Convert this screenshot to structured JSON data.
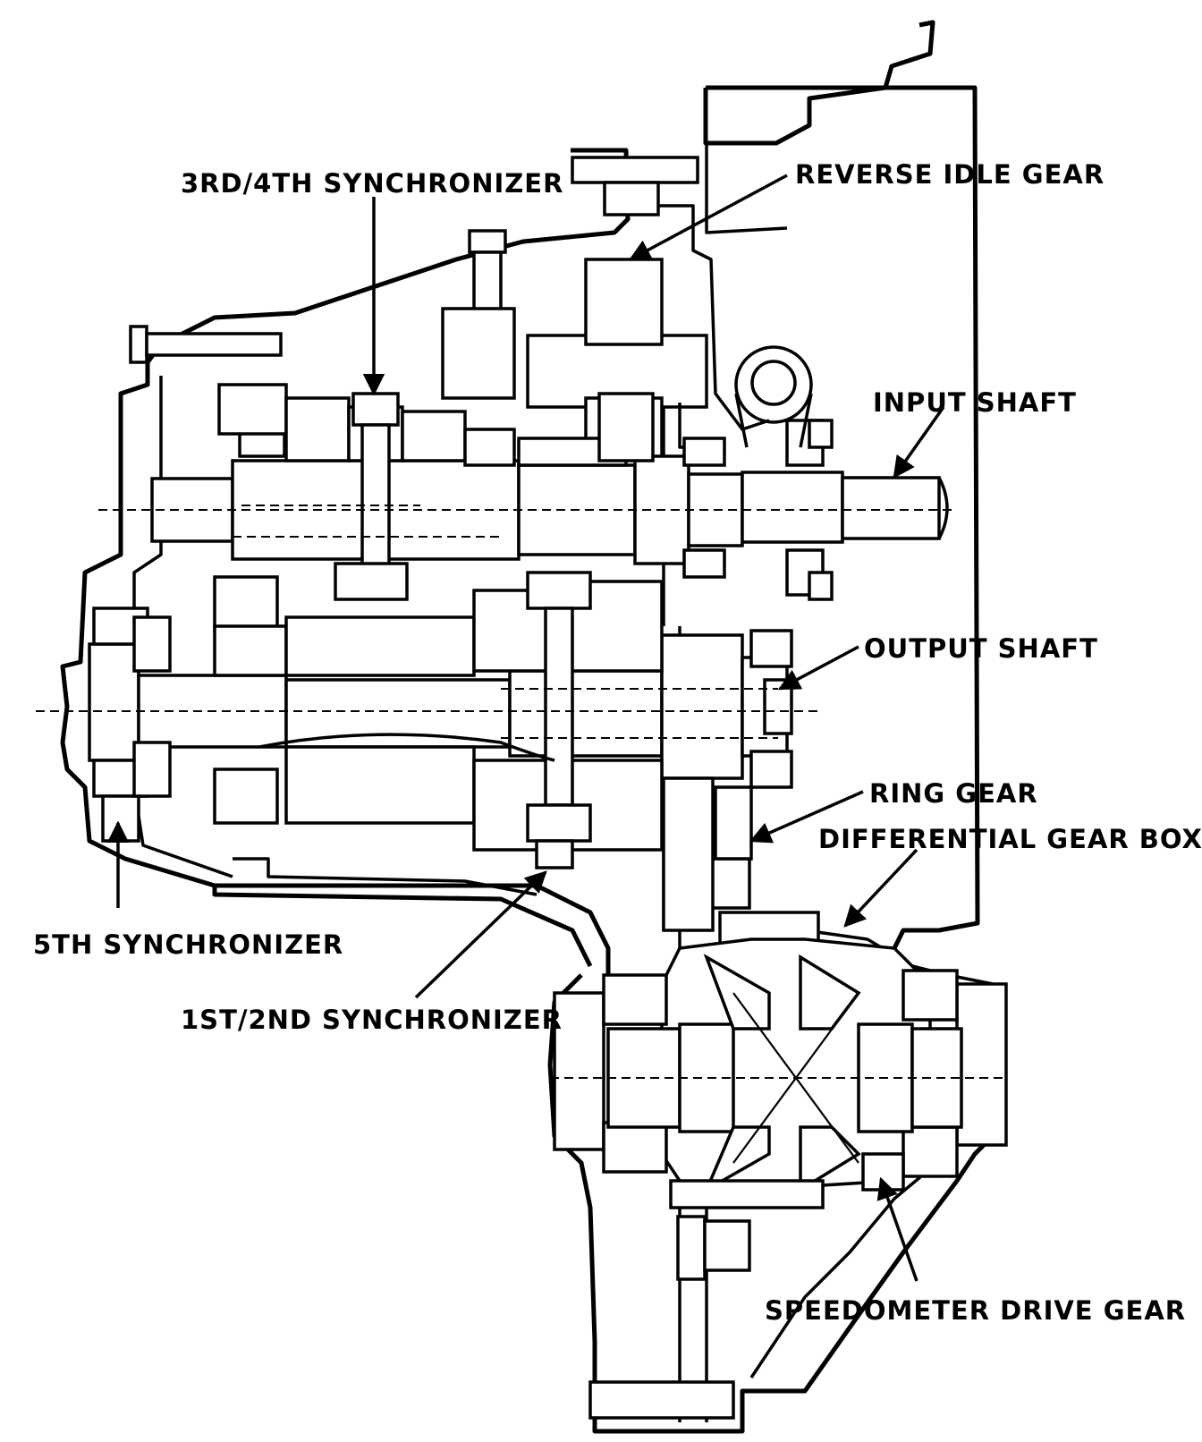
{
  "diagram": {
    "labels": {
      "sync_34": "3RD/4TH SYNCHRONIZER",
      "reverse_idle": "REVERSE IDLE GEAR",
      "input_shaft": "INPUT SHAFT",
      "output_shaft": "OUTPUT SHAFT",
      "ring_gear": "RING GEAR",
      "diff_box": "DIFFERENTIAL GEAR BOX",
      "sync_5": "5TH SYNCHRONIZER",
      "sync_12": "1ST/2ND SYNCHRONIZER",
      "speedo": "SPEEDOMETER DRIVE GEAR"
    }
  }
}
